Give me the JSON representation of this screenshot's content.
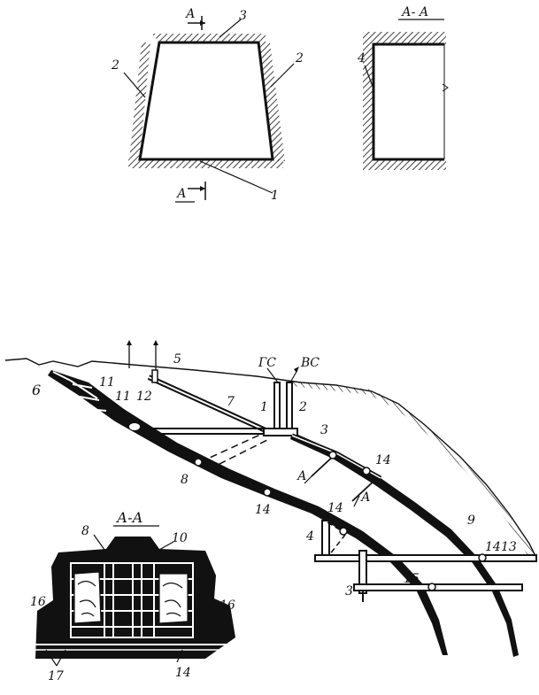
{
  "top_figure": {
    "section_mark": "А",
    "section_mark_bottom": "А",
    "labels": {
      "roof": "3",
      "wall_left": "2",
      "wall_right": "2",
      "floor": "1"
    }
  },
  "section_figure": {
    "title": "А- А",
    "labels": {
      "wall": "4"
    }
  },
  "main_figure": {
    "shaft_labels": {
      "gs": "ГС",
      "vs": "ВС"
    },
    "section_marks": [
      "А",
      "А"
    ],
    "labels": [
      "6",
      "11",
      "11",
      "12",
      "5",
      "7",
      "1",
      "2",
      "3",
      "14",
      "8",
      "14",
      "14",
      "4",
      "9",
      "14",
      "13",
      "3",
      "15"
    ]
  },
  "inset_figure": {
    "title": "А-А",
    "labels": [
      "8",
      "10",
      "16",
      "16",
      "17",
      "14"
    ]
  }
}
